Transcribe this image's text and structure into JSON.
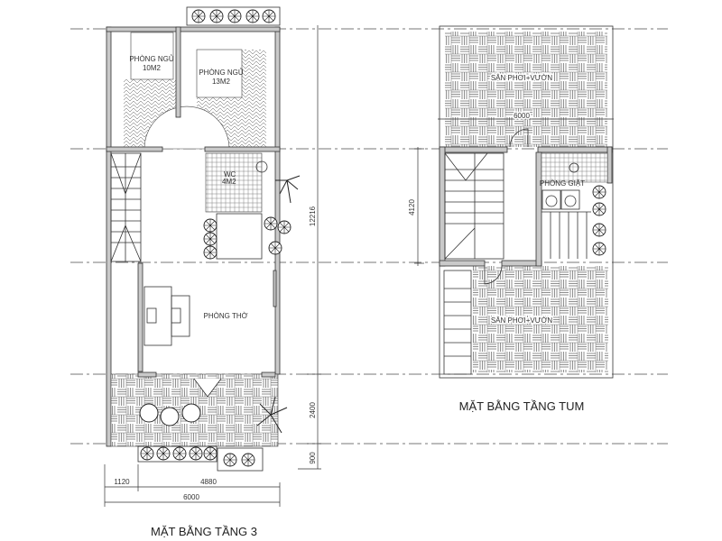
{
  "plan_floor3": {
    "title": "MẶT BẰNG TẦNG 3",
    "rooms": {
      "bedroom1_name": "PHÒNG NGỦ",
      "bedroom1_area": "10M2",
      "bedroom2_name": "PHÒNG NGỦ",
      "bedroom2_area": "13M2",
      "wc_name": "WC",
      "wc_area": "4M2",
      "altar_room": "PHÒNG THỜ"
    },
    "dimensions": {
      "total_height": "12216",
      "balcony_depth": "2400",
      "planter_depth": "900",
      "left_offset": "1120",
      "main_width": "4880",
      "total_width": "6000"
    }
  },
  "plan_roof": {
    "title": "MẶT BẰNG TẦNG TUM",
    "rooms": {
      "garden_top": "SÂN PHƠI+VƯỜN",
      "laundry": "PHÒNG GIẶT",
      "garden_bottom": "SÂN PHƠI+VƯỜN"
    },
    "dimensions": {
      "width": "6000",
      "core_height": "4120"
    }
  }
}
